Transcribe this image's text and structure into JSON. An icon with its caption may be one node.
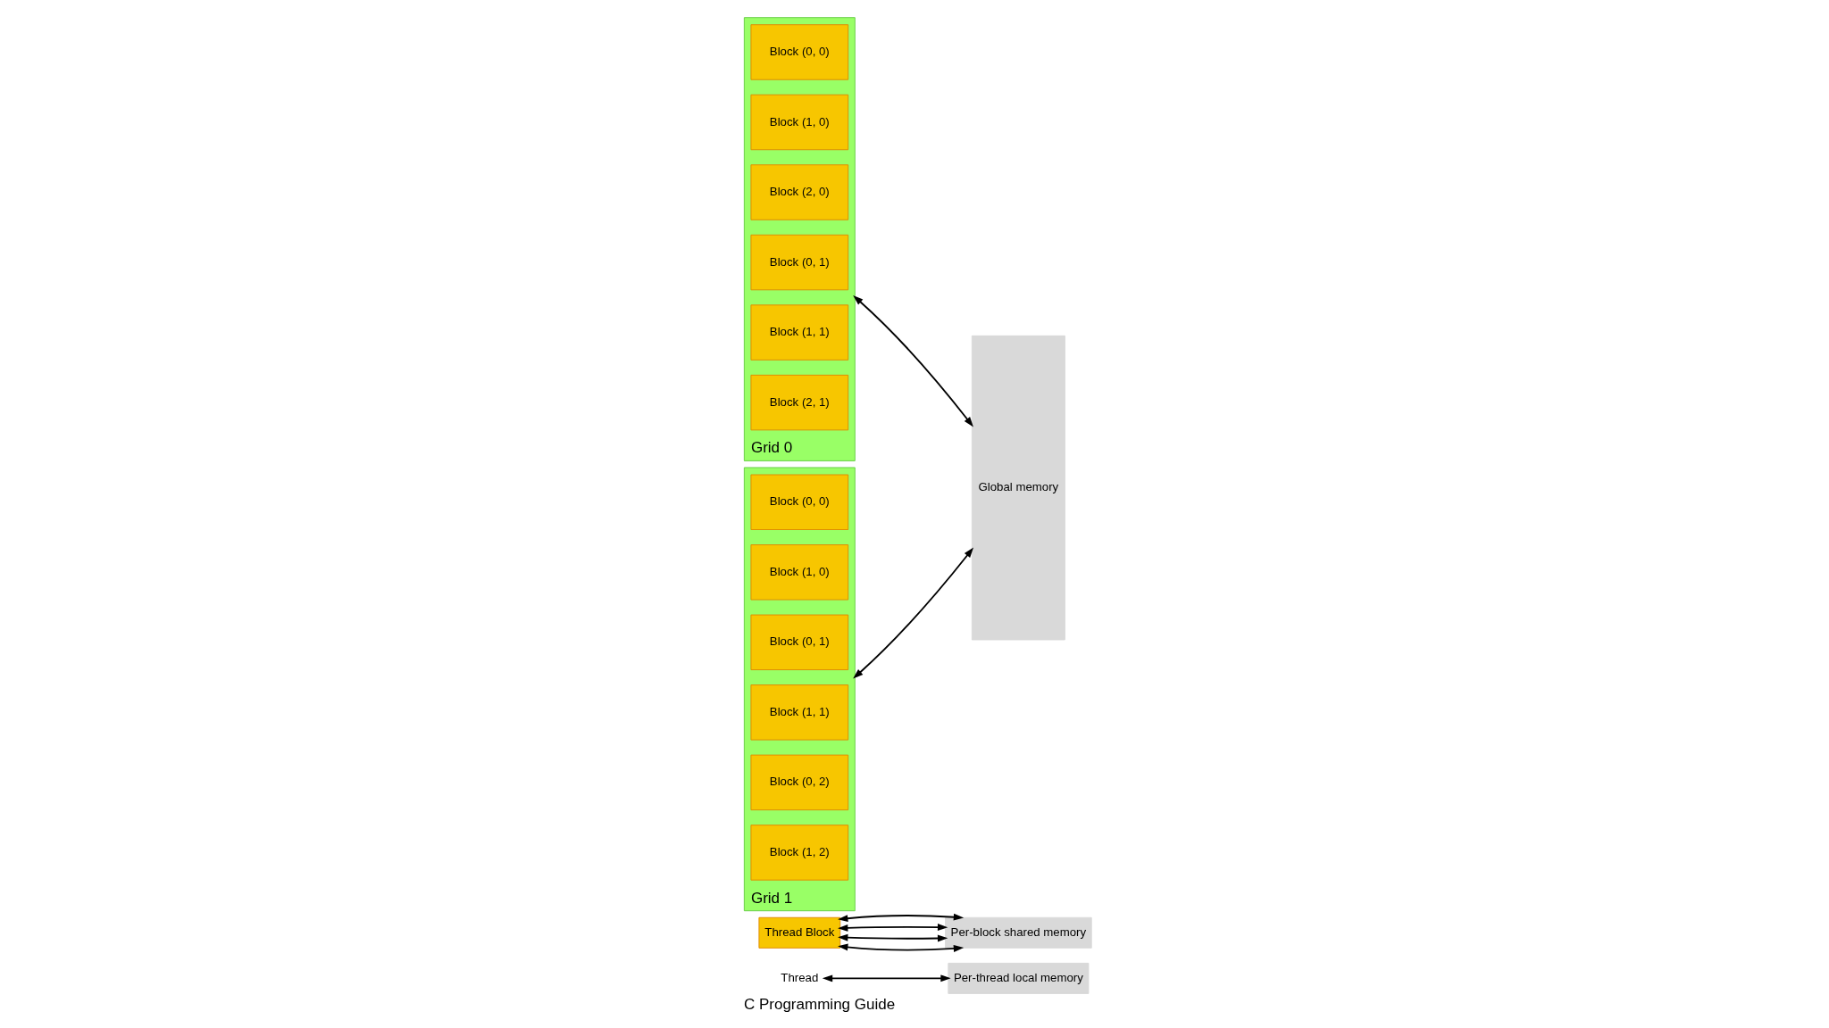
{
  "diagram": {
    "caption": "C Programming Guide",
    "nodes": [
      {
        "text": [
          "Thread"
        ]
      },
      {
        "text": [
          "Per-thread local memory"
        ]
      },
      {
        "text": [
          "Thread Block"
        ]
      },
      {
        "text": [
          "Per-block shared memory"
        ]
      },
      {
        "text": [
          "Grid 0"
        ]
      },
      {
        "text": [
          "Block (0, 0)"
        ],
        "in": 4
      },
      {
        "text": [
          "Block (1, 0)"
        ],
        "in": 4
      },
      {
        "text": [
          "Block (2, 0)"
        ],
        "in": 4
      },
      {
        "text": [
          "Block (0, 1)"
        ],
        "in": 4
      },
      {
        "text": [
          "Block (1, 1)"
        ],
        "in": 4
      },
      {
        "text": [
          "Block (2, 1)"
        ],
        "in": 4
      },
      {
        "text": [
          "Grid 1"
        ]
      },
      {
        "text": [
          "Block (0, 0)"
        ],
        "in": 11
      },
      {
        "text": [
          "Block (1, 0)"
        ],
        "in": 11
      },
      {
        "text": [
          "Block (0, 1)"
        ],
        "in": 11
      },
      {
        "text": [
          "Block (1, 1)"
        ],
        "in": 11
      },
      {
        "text": [
          "Block (0, 2)"
        ],
        "in": 11
      },
      {
        "text": [
          "Block (1, 2)"
        ],
        "in": 11
      },
      {
        "text": [
          "Global memory"
        ]
      }
    ],
    "edges": [
      {
        "from": 0,
        "to": 1,
        "arrow": "both"
      },
      {
        "from": 2,
        "to": 3,
        "arrow": "both"
      },
      {
        "from": 2,
        "to": 3,
        "arrow": "both"
      },
      {
        "from": 2,
        "to": 3,
        "arrow": "both"
      },
      {
        "from": 2,
        "to": 3,
        "arrow": "both"
      },
      {
        "from": 4,
        "to": 18,
        "arrow": "both"
      },
      {
        "from": 11,
        "to": 18,
        "arrow": "both"
      }
    ]
  }
}
